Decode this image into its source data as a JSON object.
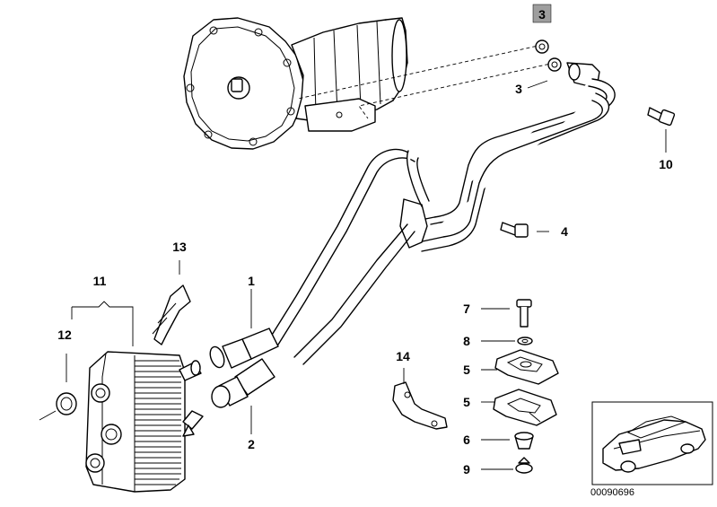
{
  "labels": {
    "p1": "1",
    "p2": "2",
    "p3_boxed": "3",
    "p3": "3",
    "p4": "4",
    "p5a": "5",
    "p5b": "5",
    "p6": "6",
    "p7": "7",
    "p8": "8",
    "p9": "9",
    "p10": "10",
    "p11": "11",
    "p12": "12",
    "p13": "13",
    "p14": "14"
  },
  "colors": {
    "highlight_box": "#9e9e9e",
    "line": "#000000",
    "background": "#ffffff"
  },
  "footer": {
    "reference_number": "00090696"
  }
}
